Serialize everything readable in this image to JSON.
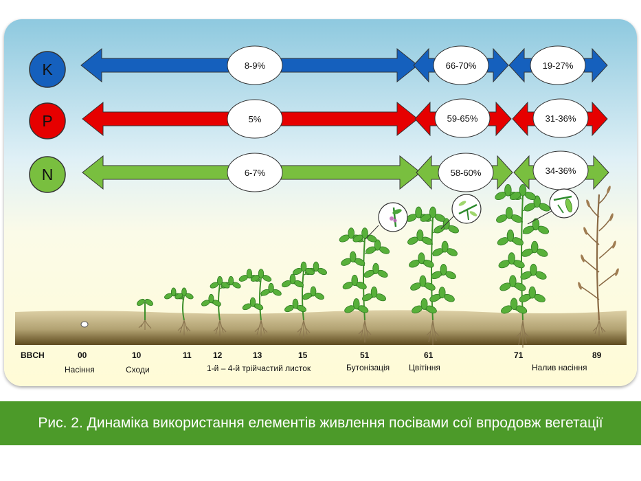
{
  "rows": [
    {
      "symbol": "K",
      "color": "#1560bd",
      "shares": [
        "8-9%",
        "66-70%",
        "19-27%"
      ]
    },
    {
      "symbol": "P",
      "color": "#e60000",
      "shares": [
        "5%",
        "59-65%",
        "31-36%"
      ]
    },
    {
      "symbol": "N",
      "color": "#79bf3f",
      "shares": [
        "6-7%",
        "58-60%",
        "34-36%"
      ]
    }
  ],
  "scale": {
    "bbch_label": "BBCH",
    "codes": [
      "00",
      "10",
      "11",
      "12",
      "13",
      "15",
      "51",
      "61",
      "71",
      "89"
    ],
    "stages": [
      "Насіння",
      "Сходи",
      "1-й – 4-й трійчастий листок",
      "Бутонізація",
      "Цвітіння",
      "Налив насіння"
    ]
  },
  "caption": "Рис. 2. Динаміка використання елементів живлення посівами сої впродовж вегетації"
}
